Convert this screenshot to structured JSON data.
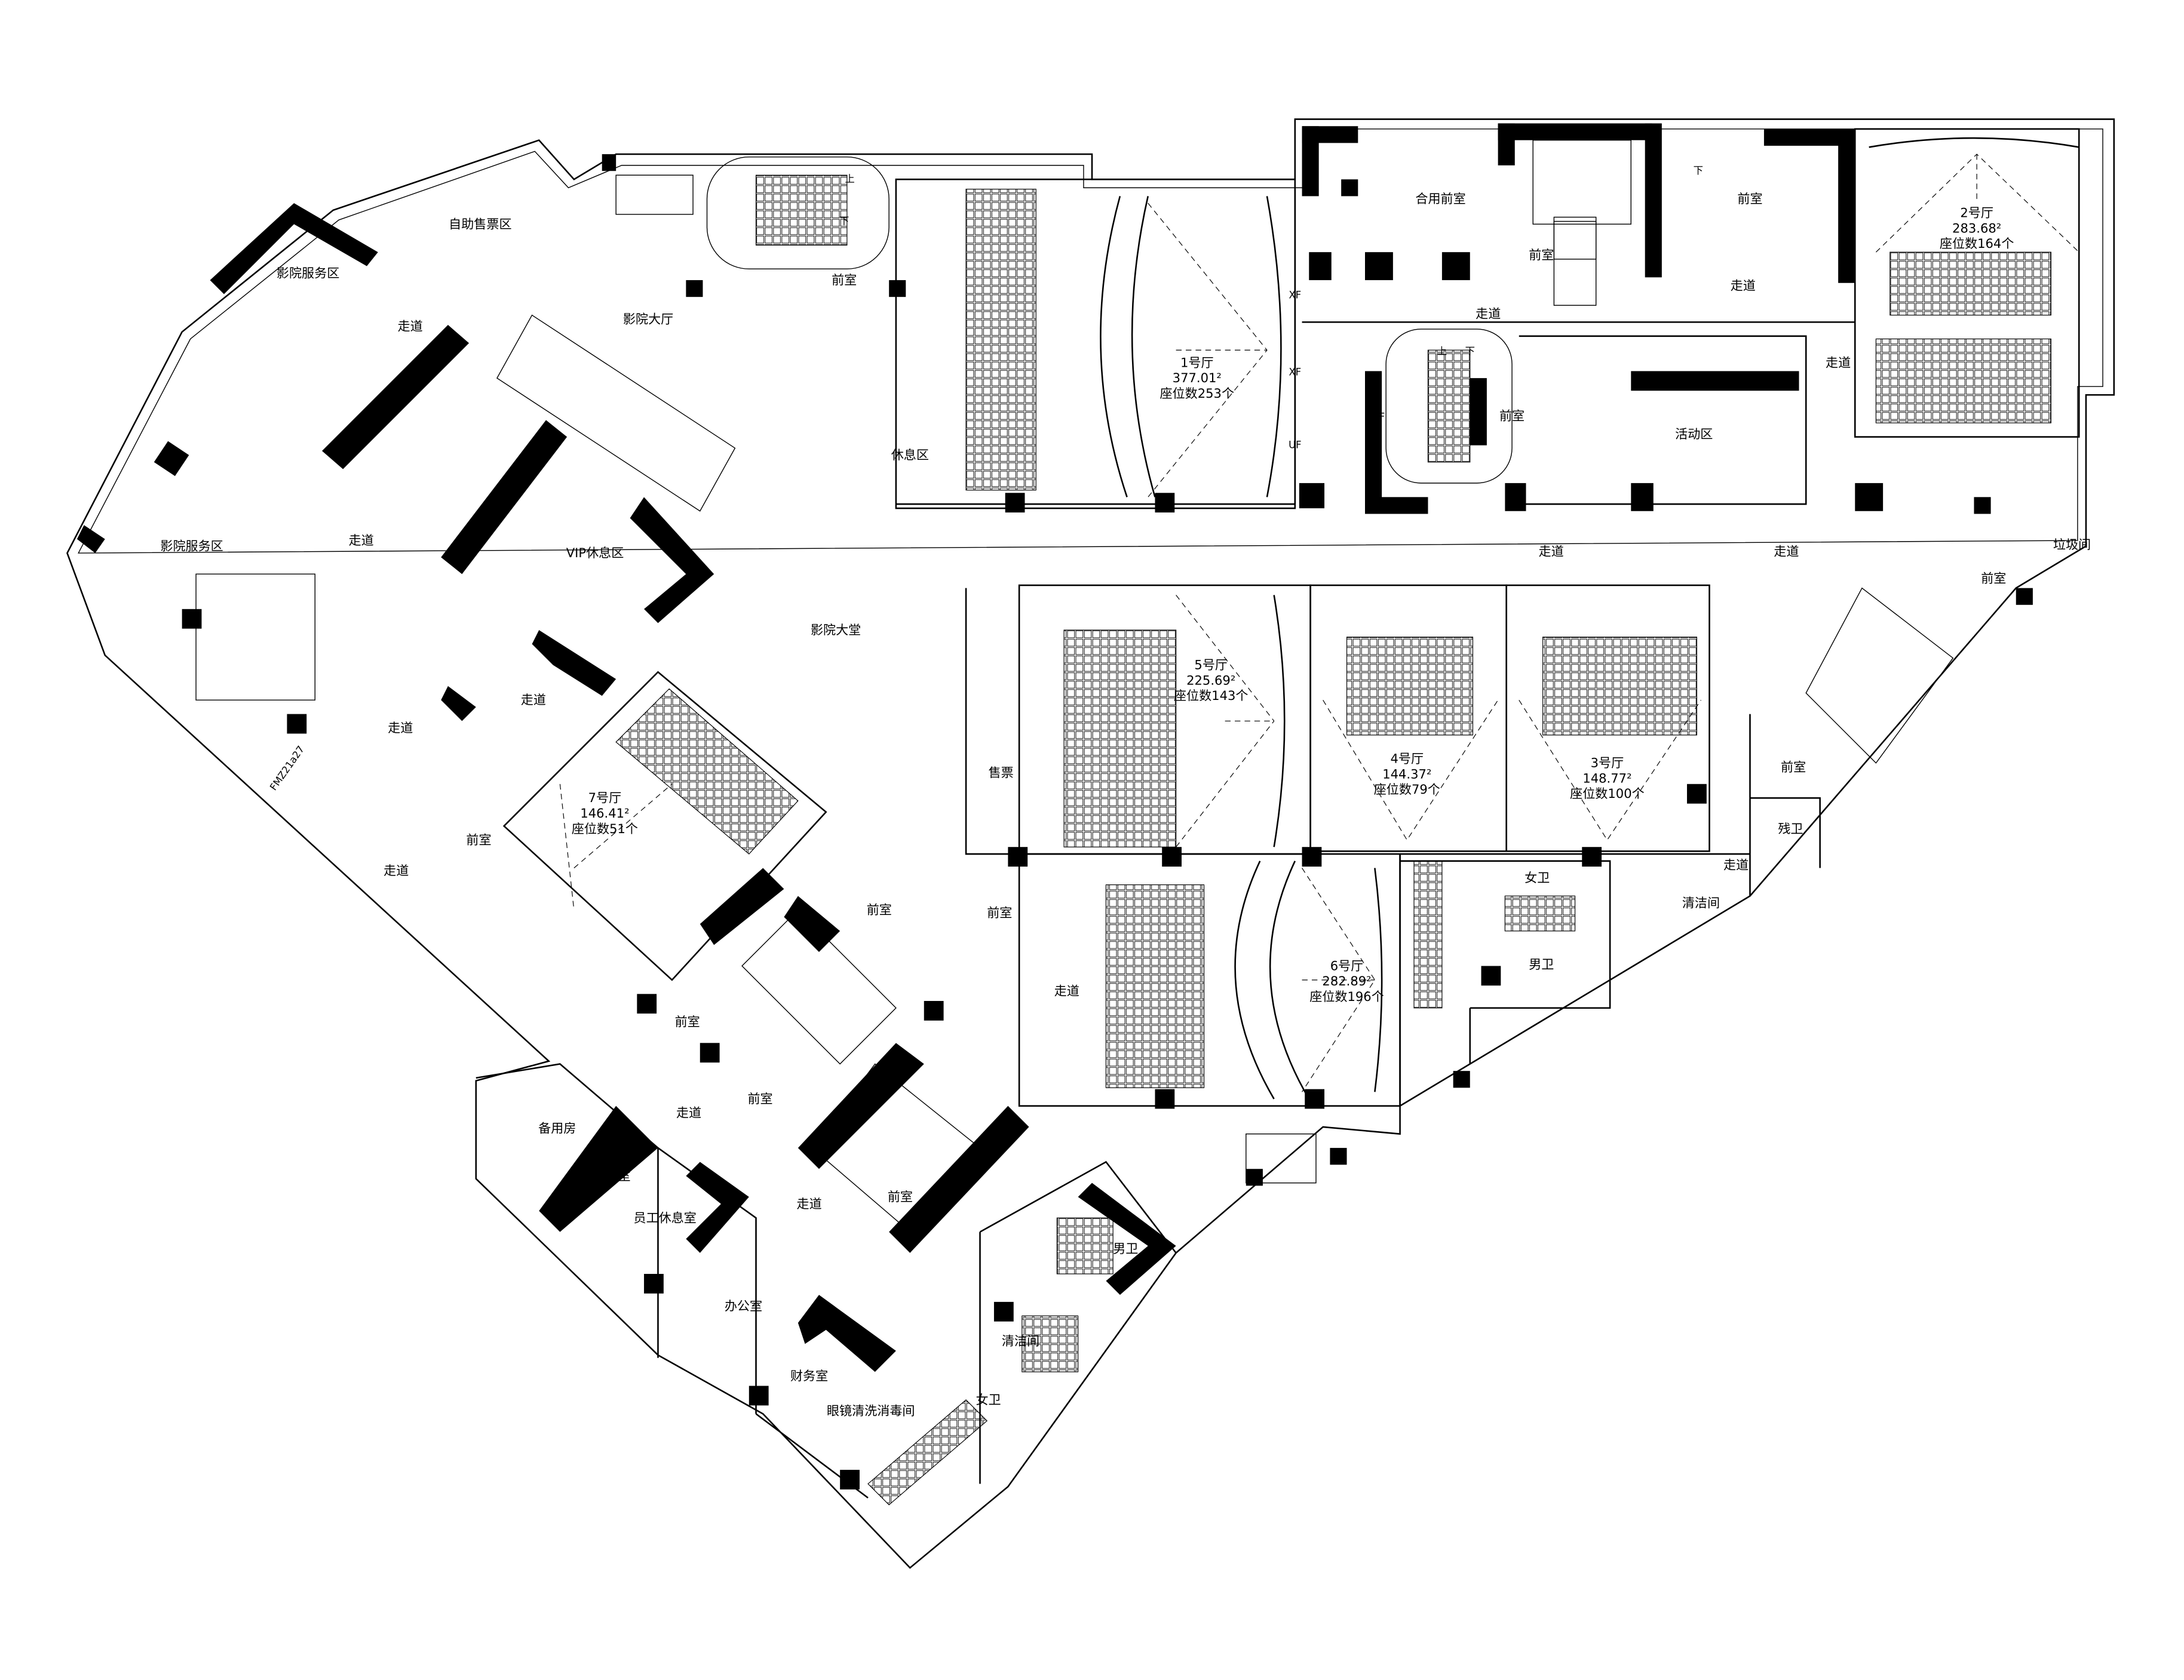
{
  "plan": {
    "halls": [
      {
        "name": "1号厅",
        "area": "377.01²",
        "seats": "座位数253个"
      },
      {
        "name": "2号厅",
        "area": "283.68²",
        "seats": "座位数164个"
      },
      {
        "name": "3号厅",
        "area": "148.77²",
        "seats": "座位数100个"
      },
      {
        "name": "4号厅",
        "area": "144.37²",
        "seats": "座位数79个"
      },
      {
        "name": "5号厅",
        "area": "225.69²",
        "seats": "座位数143个"
      },
      {
        "name": "6号厅",
        "area": "282.89²",
        "seats": "座位数196个"
      },
      {
        "name": "7号厅",
        "area": "146.41²",
        "seats": "座位数51个"
      }
    ],
    "rooms": {
      "self_ticket": "自助售票区",
      "service_1": "影院服务区",
      "service_2": "影院服务区",
      "hall_lobby": "影院大厅",
      "grand_lobby": "影院大堂",
      "vip": "VIP休息区",
      "rest": "休息区",
      "shared_front": "合用前室",
      "activity": "活动区",
      "garbage": "垃圾间",
      "ticket": "售票",
      "accessible_wc": "残卫",
      "female_wc_1": "女卫",
      "male_wc_1": "男卫",
      "cleaning_1": "清洁间",
      "spare": "备用房",
      "locker": "更衣室",
      "staff_rest": "员工休息室",
      "office": "办公室",
      "finance": "财务室",
      "glasses": "眼镜清洗消毒间",
      "male_wc_2": "男卫",
      "cleaning_2": "清洁间",
      "female_wc_2": "女卫",
      "front": "前室",
      "corridor": "走道",
      "door_code": "FMZ21a27",
      "up": "上",
      "down": "下",
      "xf": "XF",
      "uf": "UF",
      "sf": "SF"
    }
  }
}
